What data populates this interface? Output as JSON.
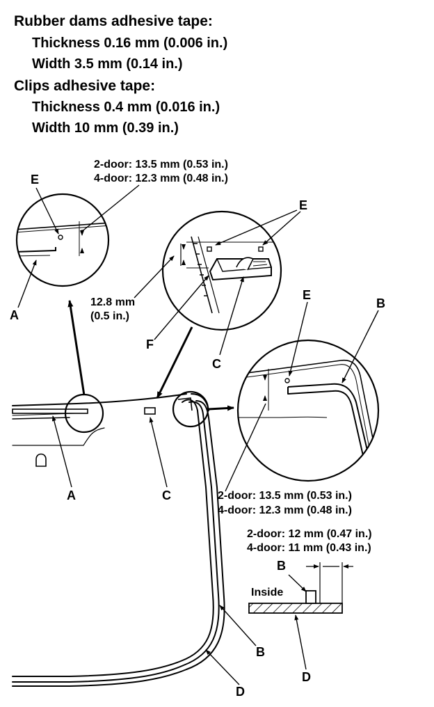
{
  "specs": {
    "rubber_title": "Rubber dams adhesive tape:",
    "rubber_thickness": "Thickness 0.16 mm (0.006 in.)",
    "rubber_width": "Width 3.5 mm (0.14 in.)",
    "clips_title": "Clips adhesive tape:",
    "clips_thickness": "Thickness 0.4 mm (0.016 in.)",
    "clips_width": "Width 10 mm (0.39 in.)"
  },
  "dims": {
    "top_2door": "2-door: 13.5 mm (0.53 in.)",
    "top_4door": "4-door: 12.3 mm (0.48 in.)",
    "clip_mm": "12.8 mm",
    "clip_in": "(0.5 in.)",
    "corner_2door": "2-door: 13.5 mm (0.53 in.)",
    "corner_4door": "4-door: 12.3 mm (0.48 in.)",
    "section_2door": "2-door: 12 mm (0.47 in.)",
    "section_4door": "4-door: 11 mm (0.43 in.)",
    "inside": "Inside"
  },
  "labels": {
    "a": "A",
    "b": "B",
    "c": "C",
    "d": "D",
    "e": "E",
    "f": "F"
  }
}
